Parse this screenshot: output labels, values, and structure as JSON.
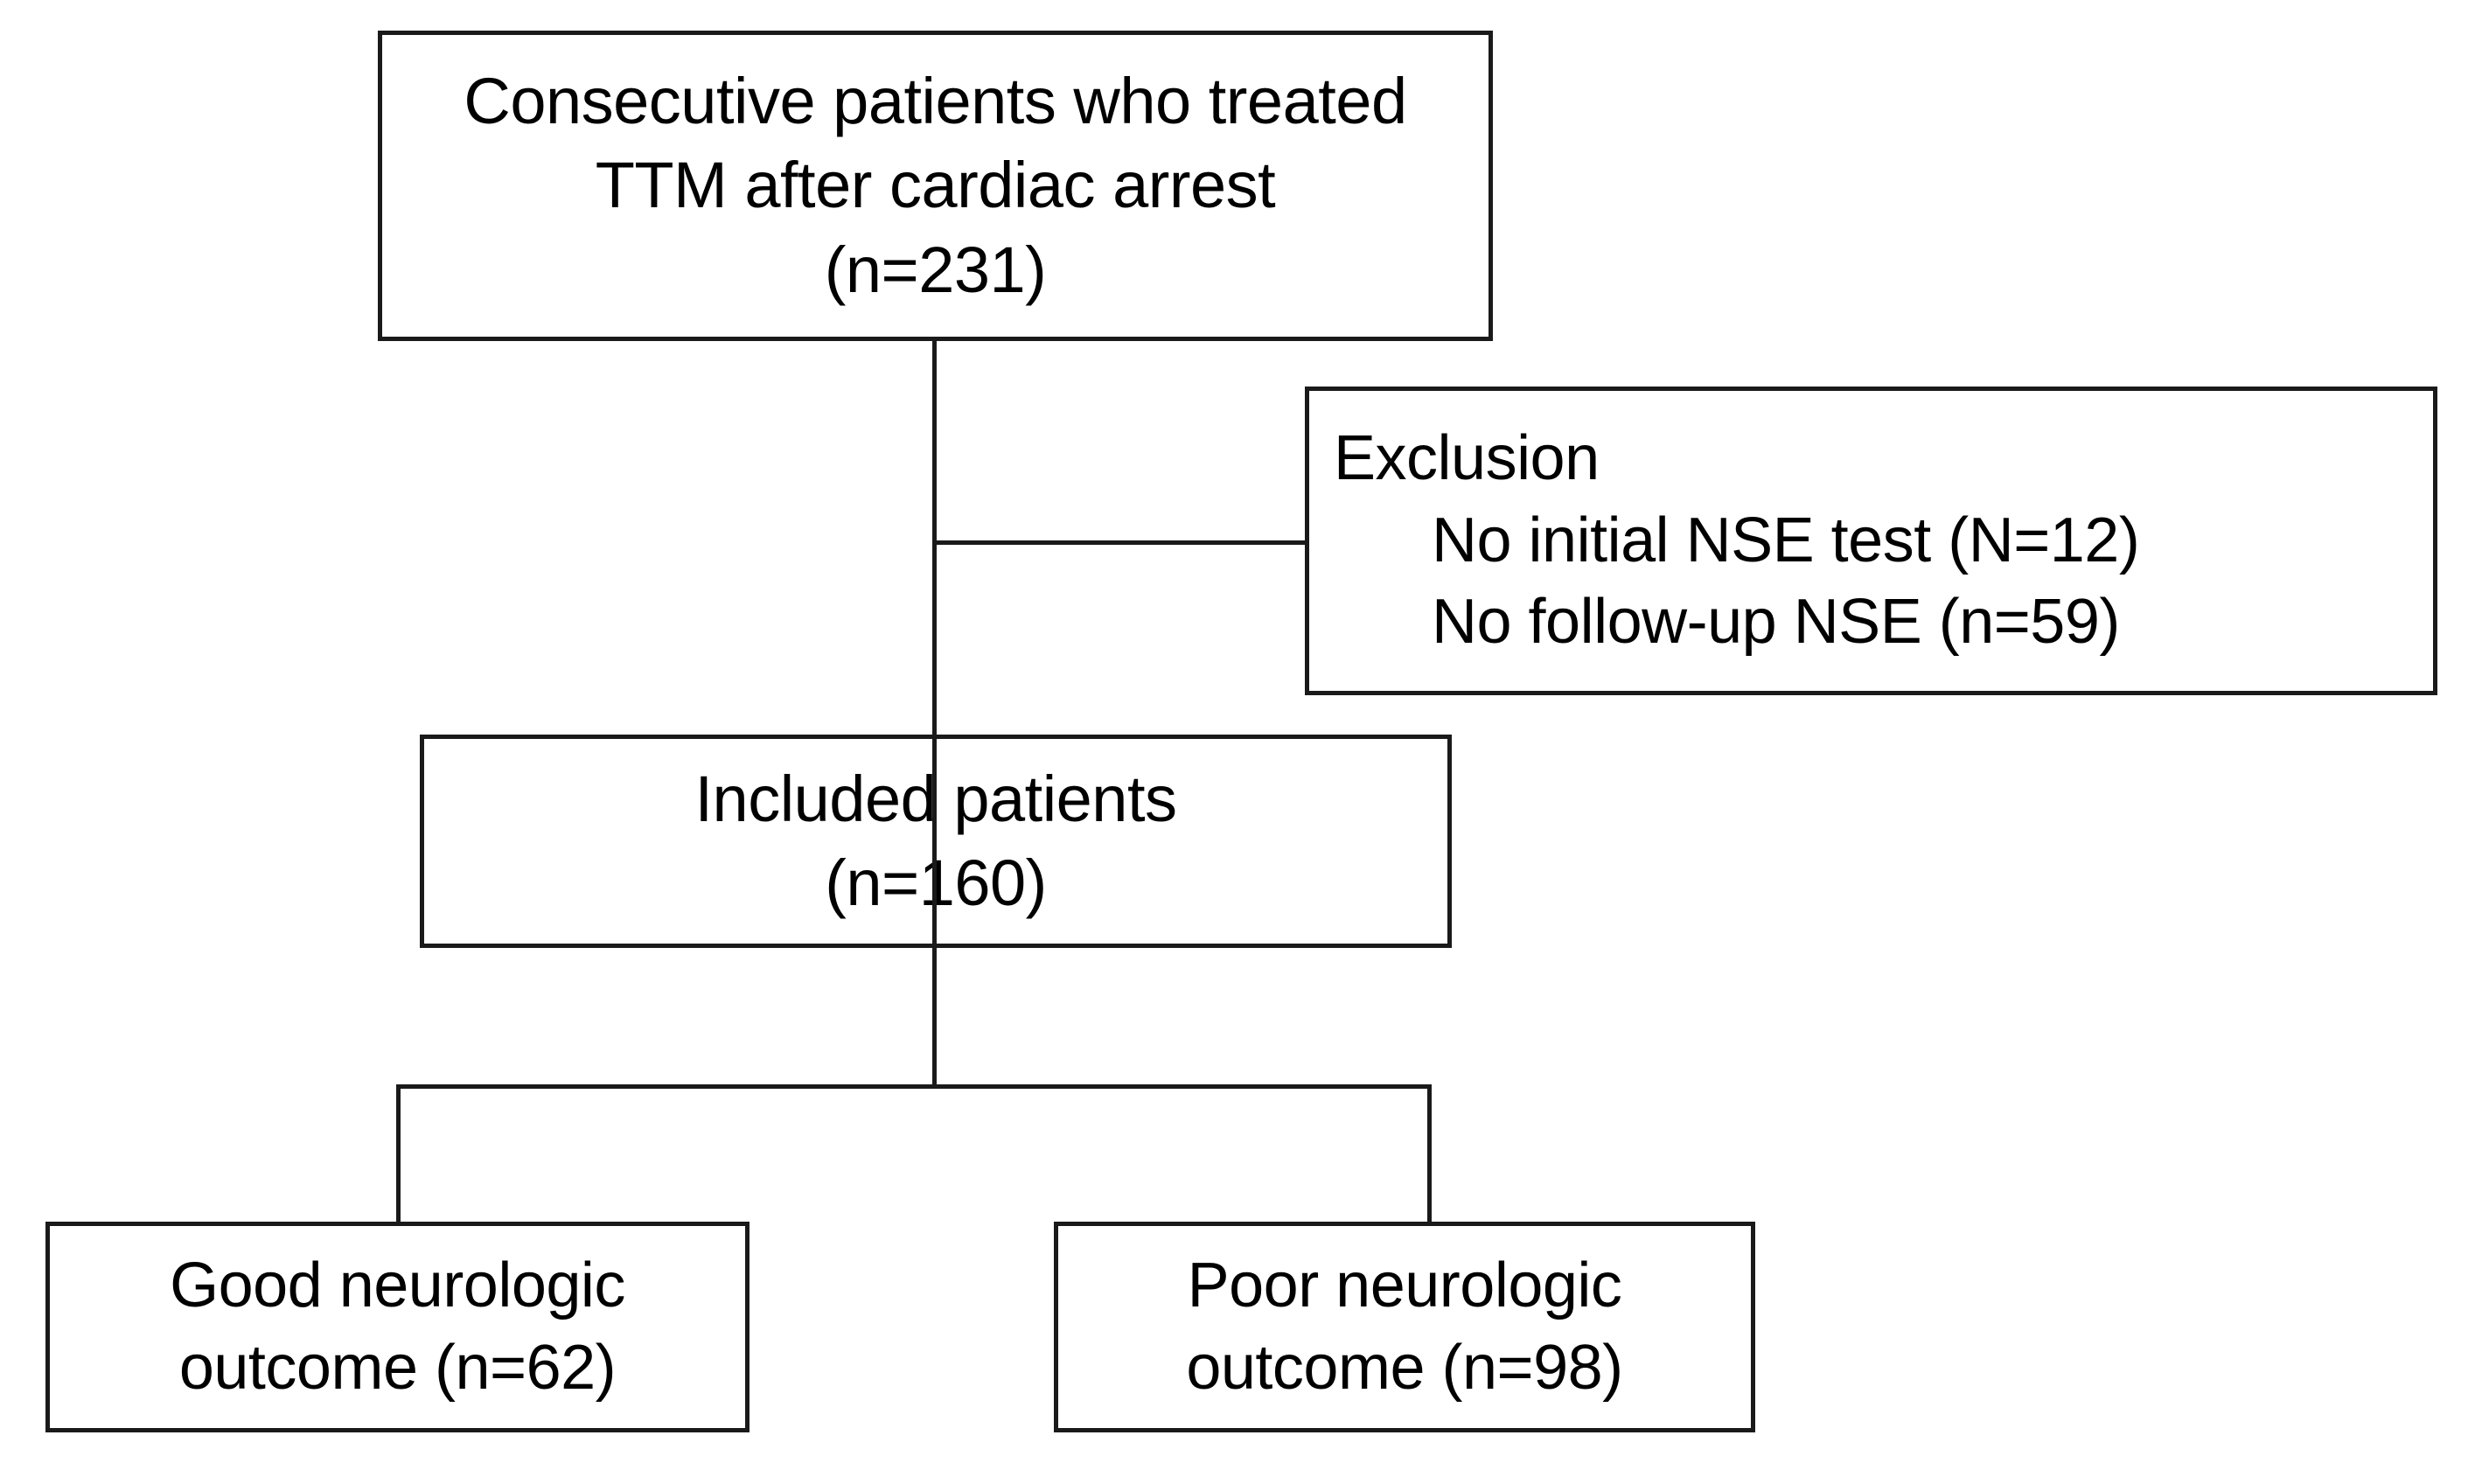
{
  "diagram": {
    "title": "Patient enrollment flow diagram",
    "type": "flowchart",
    "stroke_color": "#1a1a1a",
    "background_color": "#ffffff",
    "text_color": "#000000",
    "nodes": [
      {
        "id": "consecutive",
        "lines": [
          "Consecutive patients who treated",
          "TTM after cardiac arrest",
          "(n=231)"
        ],
        "count": 231
      },
      {
        "id": "exclusion",
        "lines": [
          "Exclusion",
          "No initial NSE test (N=12)",
          "No follow-up NSE (n=59)"
        ],
        "heading": "Exclusion",
        "items": [
          {
            "label": "No initial NSE test (N=12)",
            "count": 12
          },
          {
            "label": "No follow-up NSE (n=59)",
            "count": 59
          }
        ]
      },
      {
        "id": "included",
        "lines": [
          "Included patients",
          "(n=160)"
        ],
        "count": 160
      },
      {
        "id": "good",
        "lines": [
          "Good neurologic",
          "outcome (n=62)"
        ],
        "count": 62
      },
      {
        "id": "poor",
        "lines": [
          "Poor neurologic",
          "outcome (n=98)"
        ],
        "count": 98
      }
    ],
    "edges": [
      {
        "id": "trunk-main",
        "from": "consecutive",
        "to": "included",
        "orientation": "vertical"
      },
      {
        "id": "excl-h",
        "from": "trunk",
        "to": "exclusion",
        "orientation": "horizontal"
      },
      {
        "id": "branch-bar",
        "from": "included",
        "to": "outcomes",
        "orientation": "horizontal"
      },
      {
        "id": "drop-good",
        "from": "branch",
        "to": "good",
        "orientation": "vertical"
      },
      {
        "id": "drop-poor",
        "from": "branch",
        "to": "poor",
        "orientation": "vertical"
      }
    ]
  }
}
